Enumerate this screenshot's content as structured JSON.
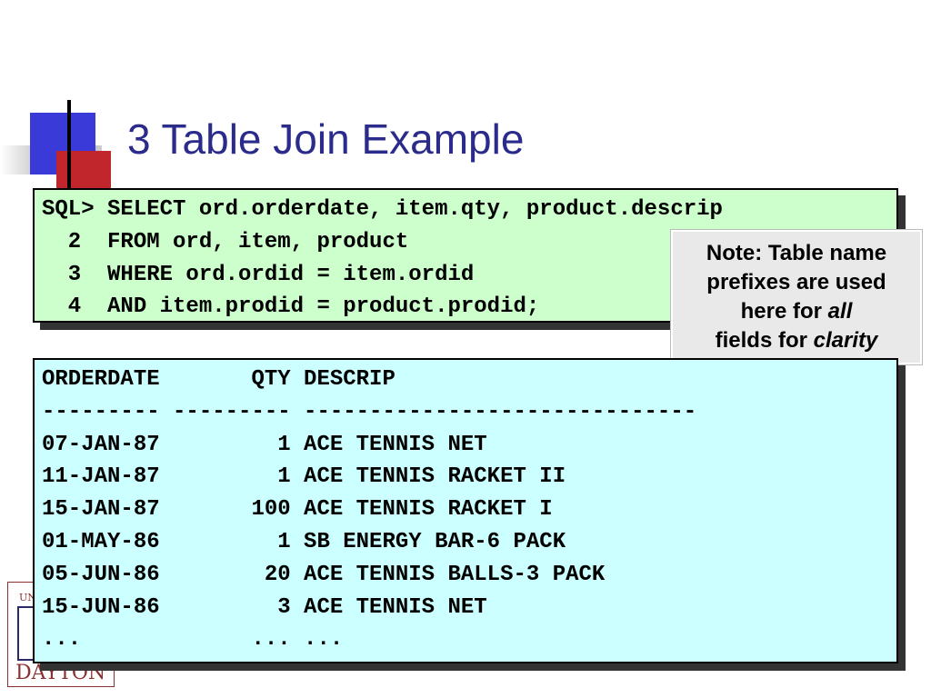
{
  "slide": {
    "title": "3 Table Join Example"
  },
  "sql_lines": [
    "SQL> SELECT ord.orderdate, item.qty, product.descrip",
    "  2  FROM ord, item, product",
    "  3  WHERE ord.ordid = item.ordid",
    "  4  AND item.prodid = product.prodid;"
  ],
  "note": {
    "line1": "Note: Table name",
    "line2": "prefixes are used",
    "line3_pre": "here for ",
    "line3_em": "all",
    "line4_pre": "fields for ",
    "line4_em": "clarity"
  },
  "result": {
    "header": "ORDERDATE       QTY DESCRIP",
    "separator": "--------- --------- ------------------------------",
    "rows": [
      "07-JAN-87         1 ACE TENNIS NET",
      "11-JAN-87         1 ACE TENNIS RACKET II",
      "15-JAN-87       100 ACE TENNIS RACKET I",
      "01-MAY-86         1 SB ENERGY BAR-6 PACK",
      "05-JUN-86        20 ACE TENNIS BALLS-3 PACK",
      "15-JUN-86         3 ACE TENNIS NET",
      "...             ... ..."
    ]
  },
  "logo": {
    "top_text": "UN",
    "bottom_text": "DAYTON"
  }
}
